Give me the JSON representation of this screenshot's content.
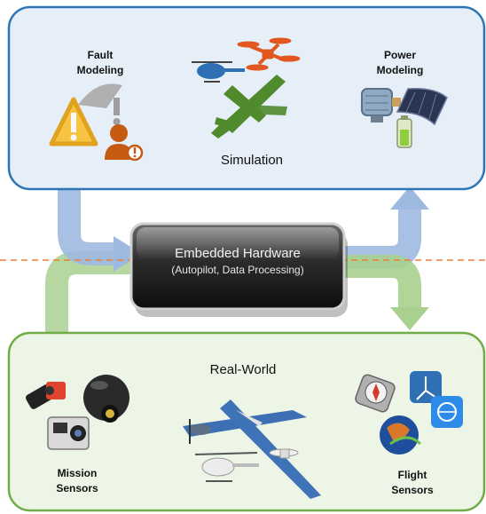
{
  "simulation": {
    "title": "Simulation",
    "fault_label": "Fault Modeling",
    "fault_line1": "Fault",
    "fault_line2": "Modeling",
    "power_line1": "Power",
    "power_line2": "Modeling",
    "box_color": "#e6eef8",
    "border_color": "#2e75b6"
  },
  "hardware": {
    "title": "Embedded Hardware",
    "subtitle": "(Autopilot, Data Processing)"
  },
  "real_world": {
    "title": "Real-World",
    "mission_line1": "Mission",
    "mission_line2": "Sensors",
    "flight_line1": "Flight",
    "flight_line2": "Sensors",
    "box_color": "#edf5e6",
    "border_color": "#70ad47"
  },
  "colors": {
    "blue_arrow": "#9db9e0",
    "green_arrow": "#a9d08e",
    "dashed_line": "#ed7d31"
  }
}
